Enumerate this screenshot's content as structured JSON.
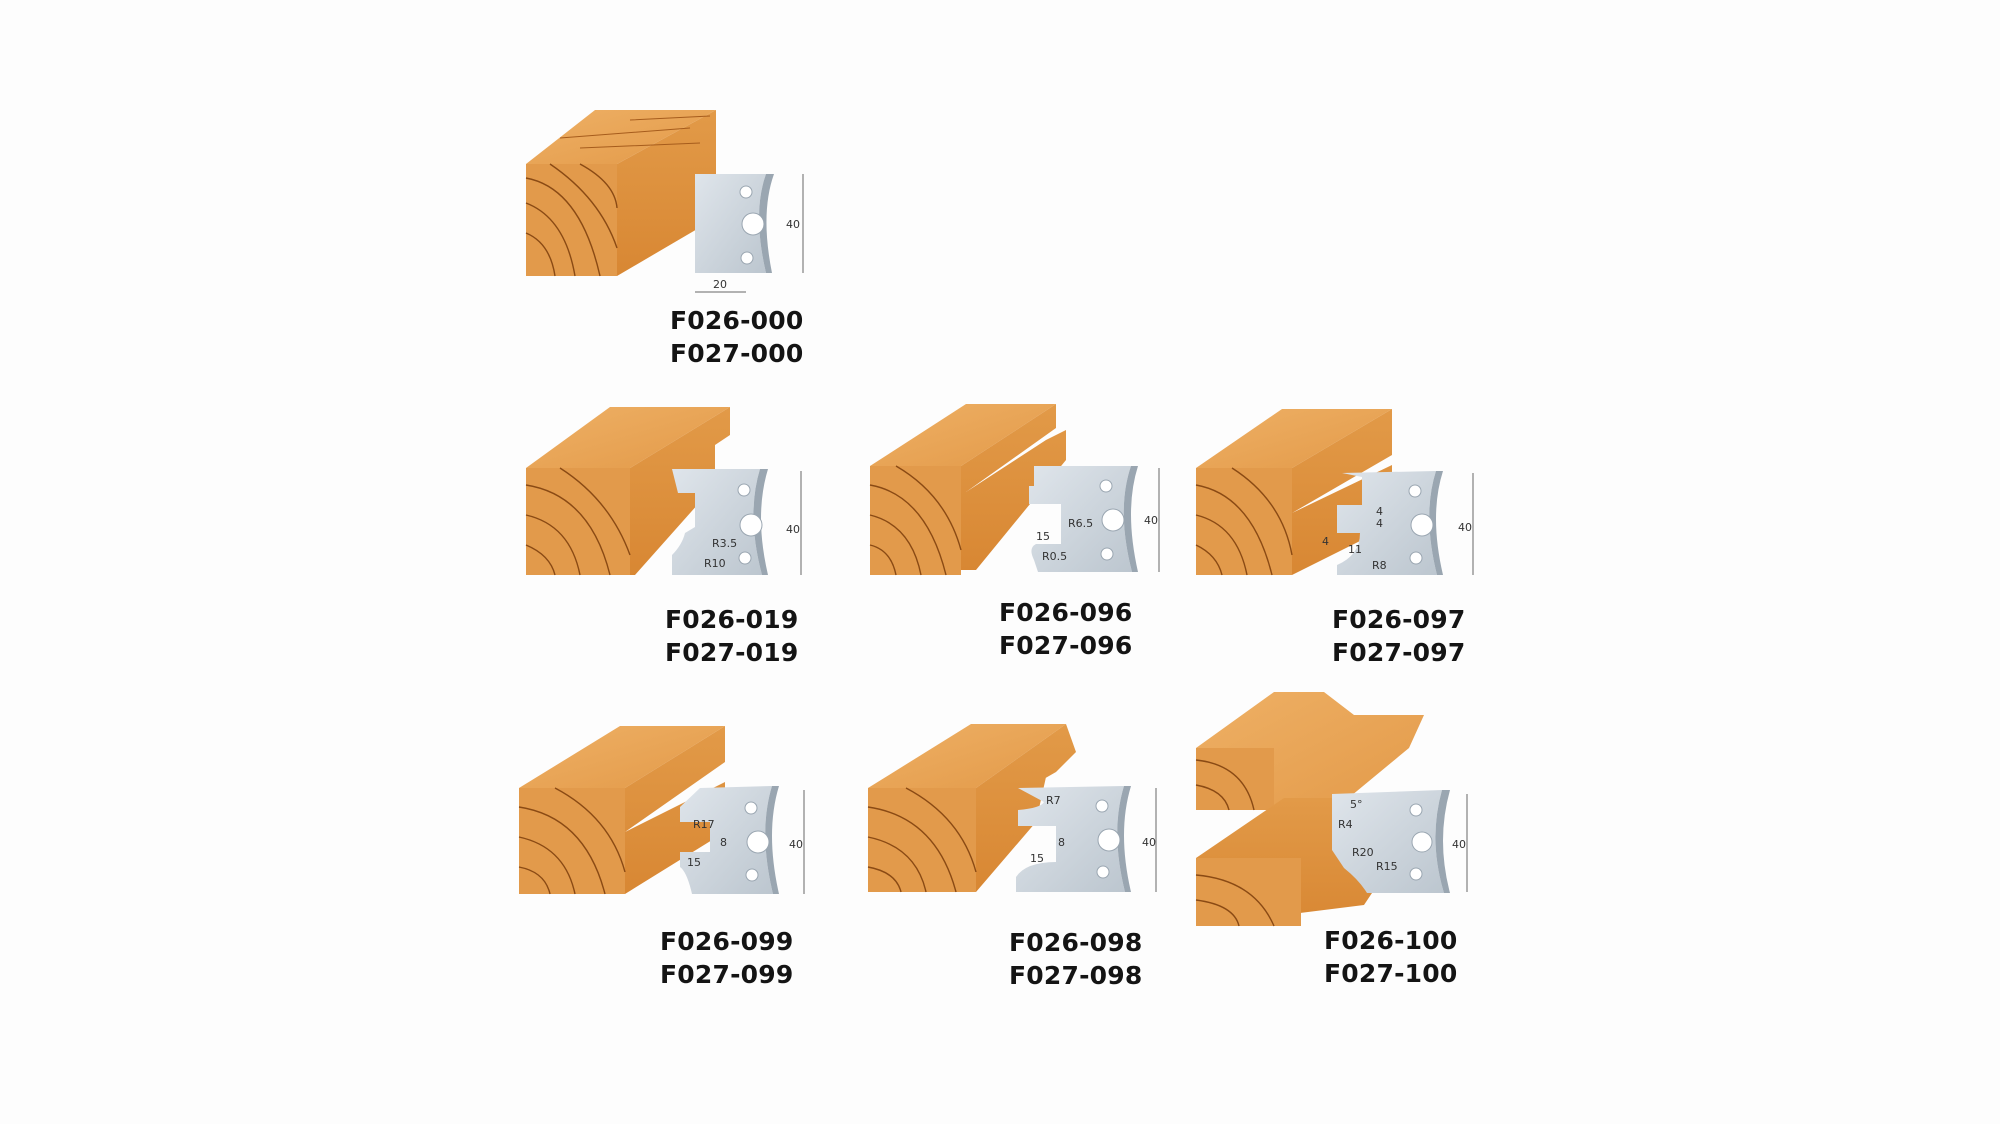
{
  "colors": {
    "background": "#fdfdfd",
    "wood_top": "#e9a455",
    "wood_front": "#dd8d3a",
    "wood_end": "#e29a4b",
    "grain": "#8a4a14",
    "knife": "#c8d1da",
    "knife_edge": "#9aa6b1",
    "text": "#141414"
  },
  "items": [
    {
      "codes": [
        "F026-000",
        "F027-000"
      ],
      "dims": {
        "height": "40",
        "width": "20"
      }
    },
    {
      "codes": [
        "F026-019",
        "F027-019"
      ],
      "dims": {
        "height": "40",
        "r1": "R3.5",
        "r2": "R10"
      }
    },
    {
      "codes": [
        "F026-096",
        "F027-096"
      ],
      "dims": {
        "height": "40",
        "r1": "R6.5",
        "r2": "R0.5",
        "w": "15"
      }
    },
    {
      "codes": [
        "F026-097",
        "F027-097"
      ],
      "dims": {
        "height": "40",
        "a": "4",
        "b": "4",
        "c": "4",
        "w": "11",
        "r": "R8"
      }
    },
    {
      "codes": [
        "F026-099",
        "F027-099"
      ],
      "dims": {
        "height": "40",
        "r": "R17",
        "a": "8",
        "w": "15"
      }
    },
    {
      "codes": [
        "F026-098",
        "F027-098"
      ],
      "dims": {
        "height": "40",
        "r": "R7",
        "a": "8",
        "w": "15"
      }
    },
    {
      "codes": [
        "F026-100",
        "F027-100"
      ],
      "dims": {
        "height": "40",
        "angle": "5°",
        "r1": "R4",
        "r2": "R20",
        "r3": "R15"
      }
    }
  ]
}
